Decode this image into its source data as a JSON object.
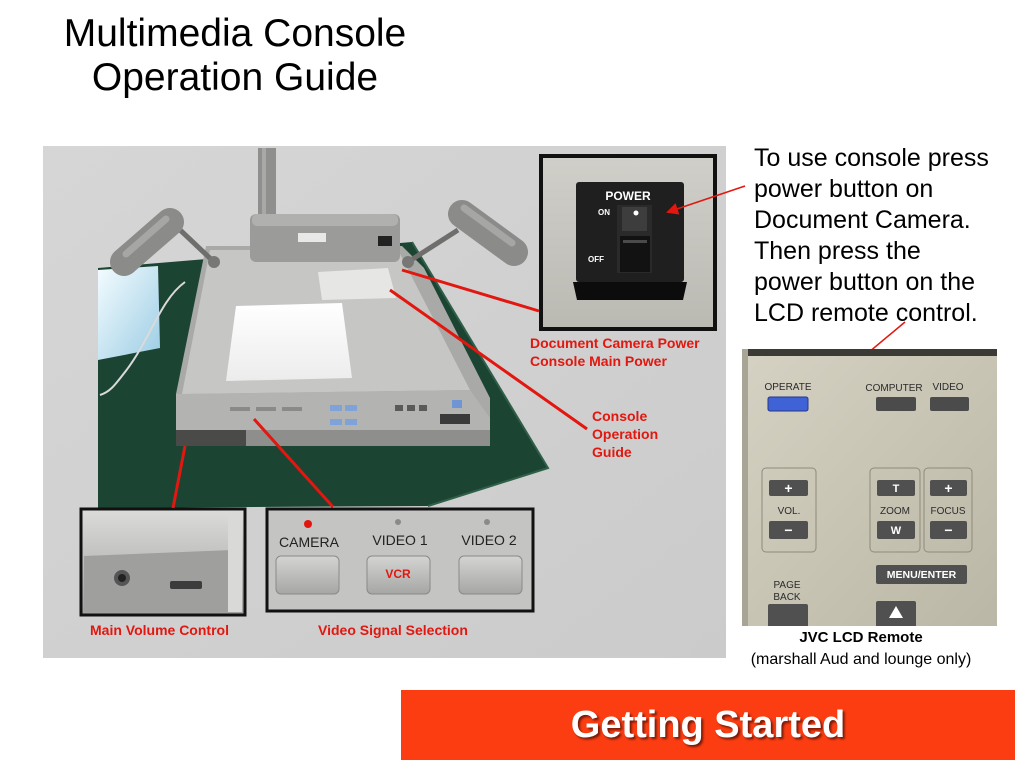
{
  "slide": {
    "title": [
      "Multimedia Console",
      "Operation Guide"
    ],
    "instructions": [
      "To use console press",
      "power button on",
      "Document Camera.",
      "Then press the",
      "power button on the",
      "LCD remote control."
    ]
  },
  "console_photo": {
    "power_switch": {
      "label": "POWER",
      "on": "ON",
      "off": "OFF"
    },
    "video_panel": {
      "camera": "CAMERA",
      "video1": "VIDEO 1",
      "video2": "VIDEO 2",
      "vcr": "VCR"
    },
    "callouts": {
      "power": [
        "Document Camera Power",
        "Console Main Power"
      ],
      "guide": [
        "Console",
        "Operation",
        "Guide"
      ],
      "volume": "Main Volume Control",
      "video_signal": "Video Signal Selection"
    }
  },
  "remote": {
    "buttons": {
      "operate": "OPERATE",
      "computer": "COMPUTER",
      "video": "VIDEO",
      "vol_plus": "+",
      "vol": "VOL.",
      "vol_minus": "−",
      "zoom_t": "T",
      "zoom": "ZOOM",
      "zoom_w": "W",
      "focus_plus": "+",
      "focus": "FOCUS",
      "focus_minus": "−",
      "menu_enter": "MENU/ENTER",
      "page_back": [
        "PAGE",
        "BACK"
      ]
    },
    "caption": {
      "name": "JVC LCD Remote",
      "note": "(marshall Aud and lounge only)"
    }
  },
  "footer": {
    "link_label": "Getting Started"
  },
  "colors": {
    "callout_red": "#e2170f",
    "footer_bg": "#fc3d12",
    "operate_button_blue": "#3f62d6",
    "table_green": "#1c4433"
  },
  "icons": {
    "remote_page_up": "up-arrow-icon",
    "camera_led": "red-led-icon"
  }
}
